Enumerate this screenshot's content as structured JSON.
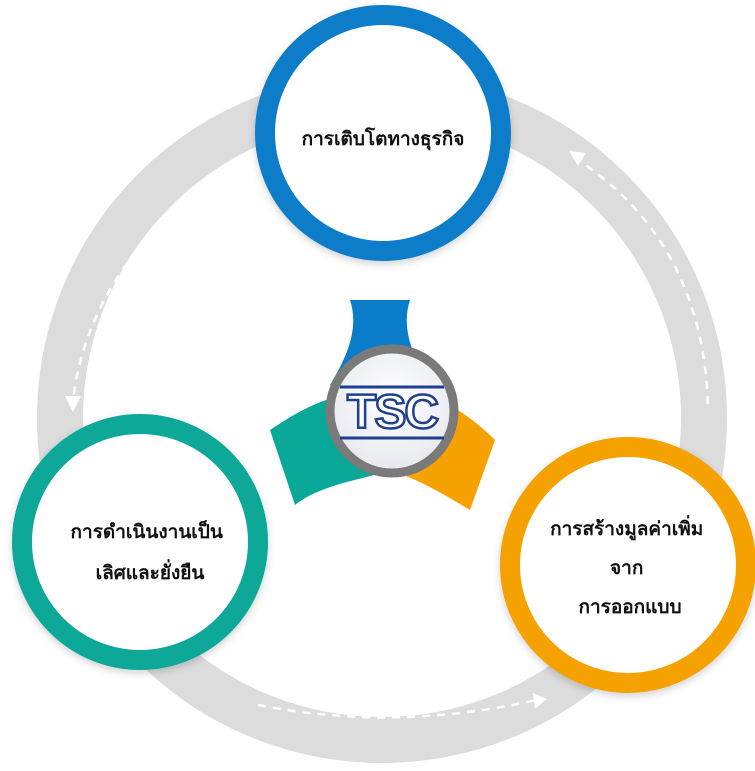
{
  "nodes": {
    "top": {
      "lines": [
        "การเติบโตทางธุรกิจ"
      ],
      "color": "#0B7CC9"
    },
    "left": {
      "lines": [
        "การดำเนินงานเป็น",
        "เลิศและยั่งยืน"
      ],
      "color": "#0AA898"
    },
    "right": {
      "lines": [
        "การสร้างมูลค่าเพิ่ม",
        "จาก",
        "การออกแบบ"
      ],
      "color": "#F5A100"
    }
  },
  "center_logo": {
    "text": "TSC",
    "color": "#1F3F8F",
    "ring_color": "#7A7A7A"
  },
  "outer_ring_color": "#DCDCDC"
}
